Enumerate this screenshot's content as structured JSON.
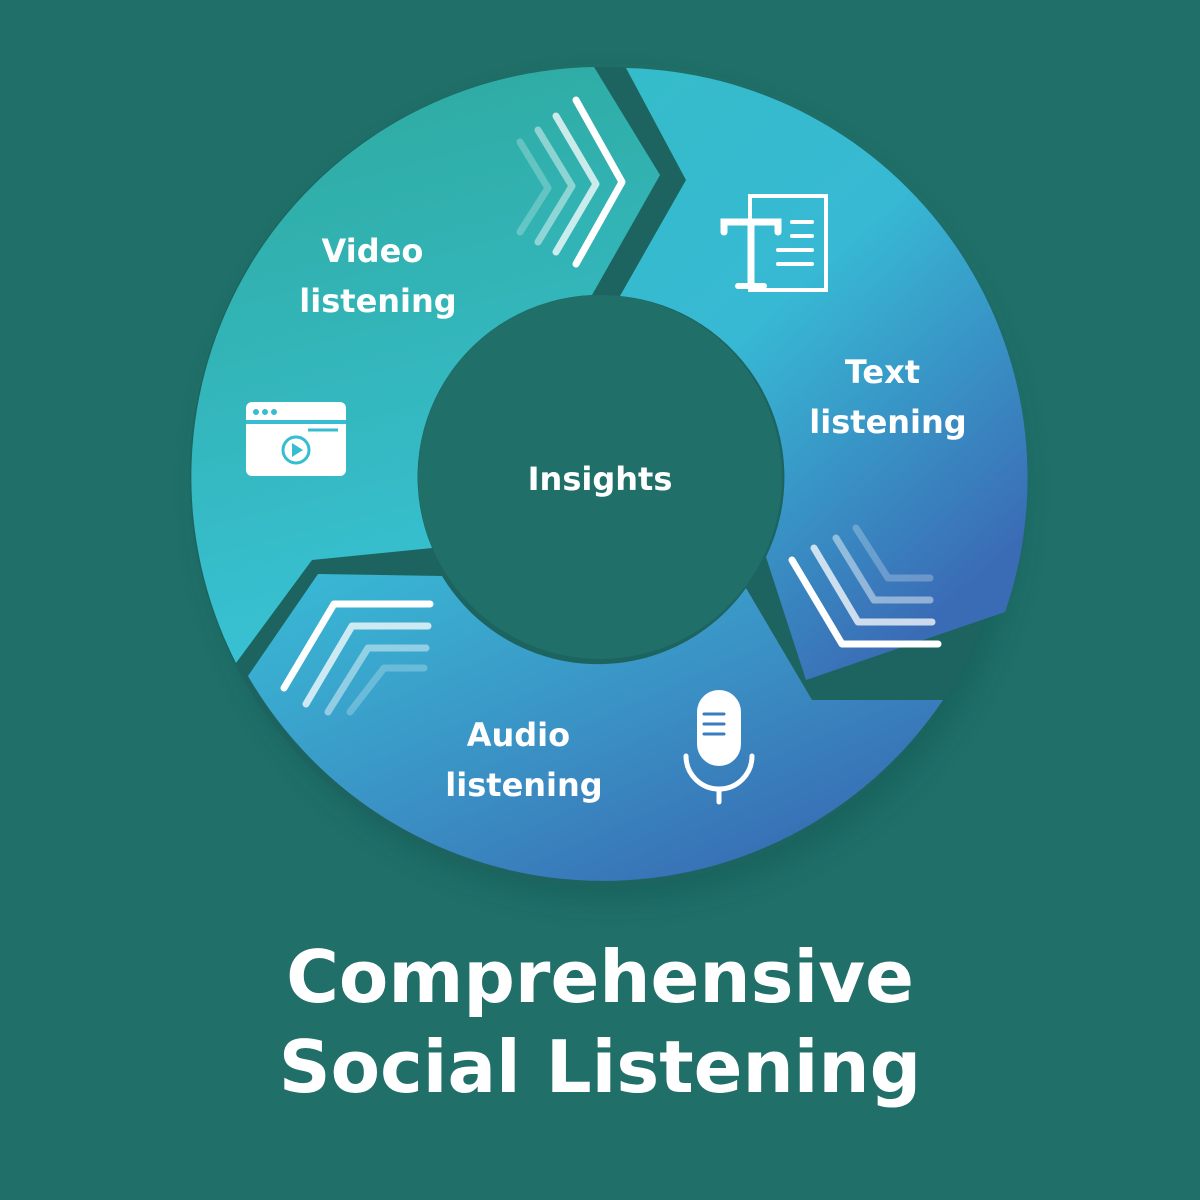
{
  "center": {
    "label": "Insights"
  },
  "segments": [
    {
      "id": "video",
      "line1": "Video",
      "line2": "listening",
      "icon": "video-player-icon"
    },
    {
      "id": "text",
      "line1": "Text",
      "line2": "listening",
      "icon": "text-document-icon"
    },
    {
      "id": "audio",
      "line1": "Audio",
      "line2": "listening",
      "icon": "microphone-icon"
    }
  ],
  "title": {
    "line1": "Comprehensive",
    "line2": "Social Listening"
  },
  "colors": {
    "background": "#206f69",
    "ring_teal": "#34b3b0",
    "ring_cyan": "#38c2d6",
    "ring_blue": "#3a6fb8",
    "text": "#ffffff"
  }
}
